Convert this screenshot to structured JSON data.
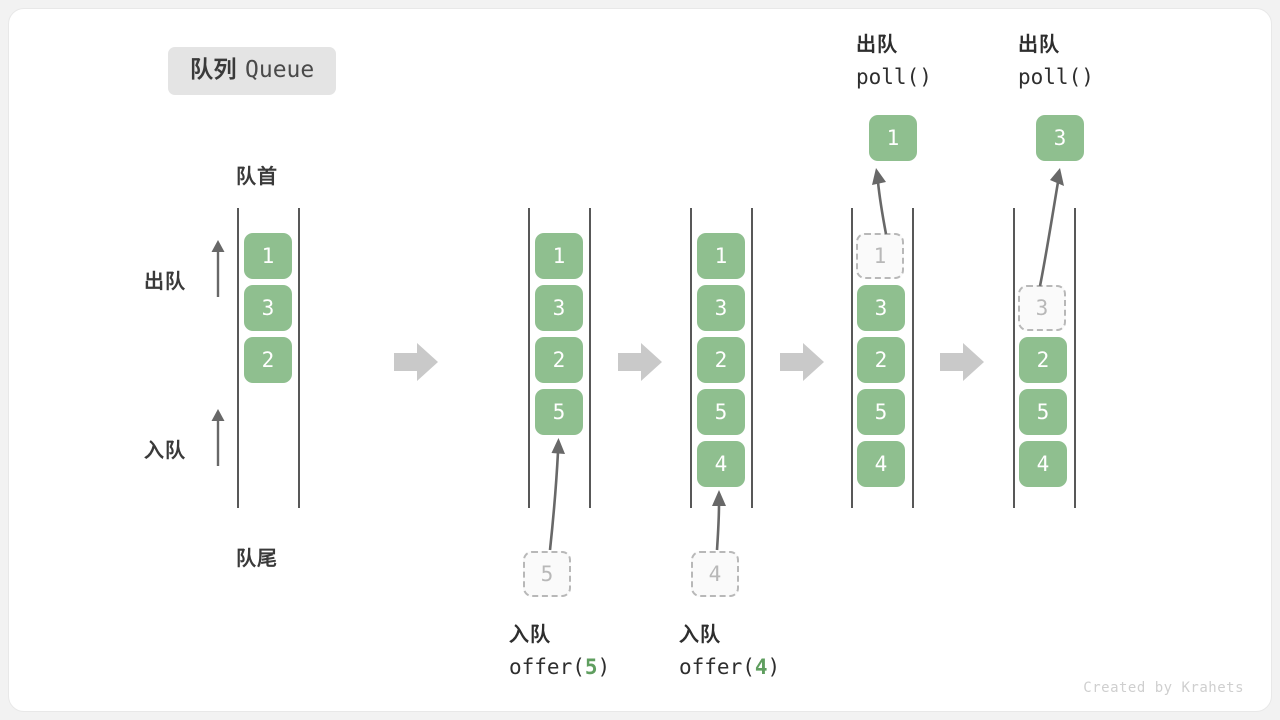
{
  "title": {
    "cn": "队列",
    "en": "Queue"
  },
  "labels": {
    "head": "队首",
    "tail": "队尾",
    "dequeue": "出队",
    "enqueue": "入队"
  },
  "credit": "Created by Krahets",
  "colors": {
    "cell_fill": "#8fbf8f",
    "cell_text": "#ffffff",
    "ghost_border": "#b8b8b8",
    "ghost_text": "#b8b8b8",
    "rail": "#585858",
    "arrow": "#686868",
    "step_arrow": "#c9c9c9",
    "badge_bg": "#e4e4e4",
    "accent_green": "#5f9e5f"
  },
  "chart_data": {
    "type": "diagram",
    "title": "队列 Queue",
    "description": "Queue operations: offer and poll shown as five sequential states",
    "states": [
      {
        "index": 0,
        "cells": [
          "1",
          "3",
          "2"
        ],
        "ghost": null
      },
      {
        "index": 1,
        "cells": [
          "1",
          "3",
          "2",
          "5"
        ],
        "ghost": null
      },
      {
        "index": 2,
        "cells": [
          "1",
          "3",
          "2",
          "5",
          "4"
        ],
        "ghost": null
      },
      {
        "index": 3,
        "cells": [
          "3",
          "2",
          "5",
          "4"
        ],
        "ghost": "1"
      },
      {
        "index": 4,
        "cells": [
          "2",
          "5",
          "4"
        ],
        "ghost": "3"
      }
    ]
  },
  "columns": [
    {
      "id": "state-initial",
      "cells": [
        {
          "value": "1",
          "style": "solid"
        },
        {
          "value": "3",
          "style": "solid"
        },
        {
          "value": "2",
          "style": "solid"
        }
      ]
    },
    {
      "id": "state-after-offer-5",
      "cells": [
        {
          "value": "1",
          "style": "solid"
        },
        {
          "value": "3",
          "style": "solid"
        },
        {
          "value": "2",
          "style": "solid"
        },
        {
          "value": "5",
          "style": "solid"
        }
      ],
      "pending": {
        "value": "5",
        "style": "dashed"
      },
      "operation": {
        "cn": "入队",
        "code_prefix": "offer(",
        "code_arg": "5",
        "code_suffix": ")"
      }
    },
    {
      "id": "state-after-offer-4",
      "cells": [
        {
          "value": "1",
          "style": "solid"
        },
        {
          "value": "3",
          "style": "solid"
        },
        {
          "value": "2",
          "style": "solid"
        },
        {
          "value": "5",
          "style": "solid"
        },
        {
          "value": "4",
          "style": "solid"
        }
      ],
      "pending": {
        "value": "4",
        "style": "dashed"
      },
      "operation": {
        "cn": "入队",
        "code_prefix": "offer(",
        "code_arg": "4",
        "code_suffix": ")"
      }
    },
    {
      "id": "state-after-poll-1",
      "cells": [
        {
          "value": "1",
          "style": "dashed"
        },
        {
          "value": "3",
          "style": "solid"
        },
        {
          "value": "2",
          "style": "solid"
        },
        {
          "value": "5",
          "style": "solid"
        },
        {
          "value": "4",
          "style": "solid"
        }
      ],
      "removed": {
        "value": "1",
        "style": "solid"
      },
      "operation": {
        "cn": "出队",
        "code": "poll()"
      }
    },
    {
      "id": "state-after-poll-3",
      "cells": [
        {
          "value": "3",
          "style": "dashed"
        },
        {
          "value": "2",
          "style": "solid"
        },
        {
          "value": "5",
          "style": "solid"
        },
        {
          "value": "4",
          "style": "solid"
        }
      ],
      "removed": {
        "value": "3",
        "style": "solid"
      },
      "operation": {
        "cn": "出队",
        "code": "poll()"
      }
    }
  ]
}
